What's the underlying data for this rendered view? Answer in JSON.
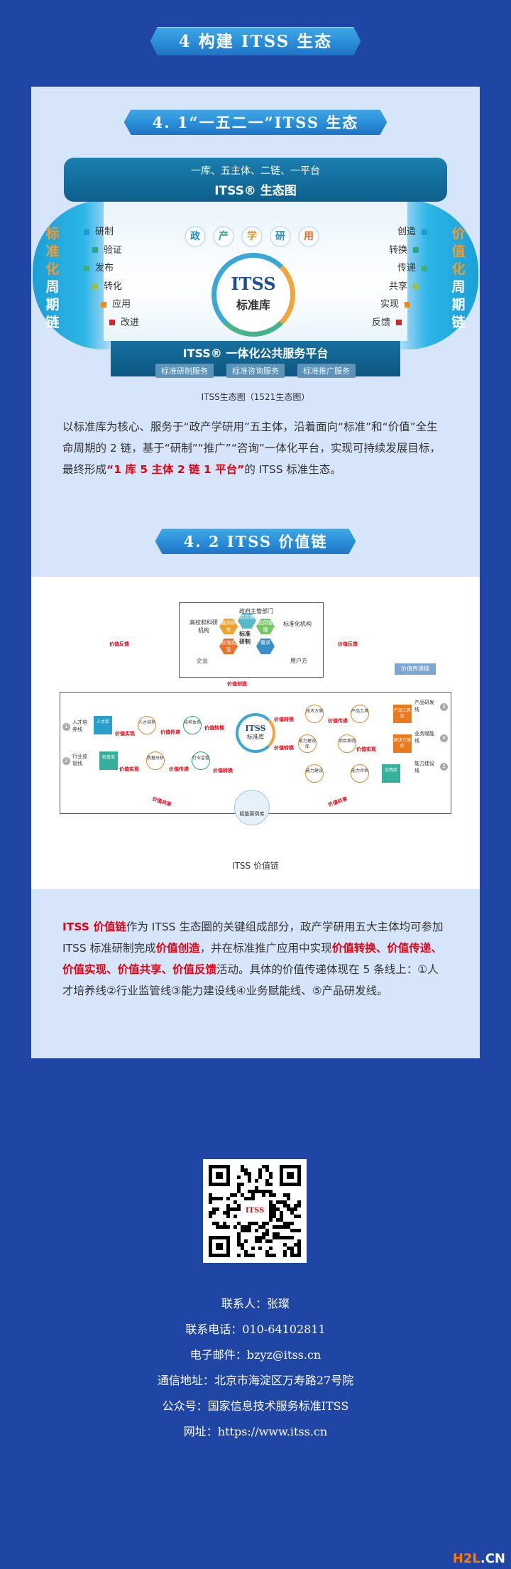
{
  "section4": {
    "title": "4 构建 ITSS 生态"
  },
  "section41": {
    "title": "4. 1“一五二一”ITSS 生态",
    "eco_top_line1": "一库、五主体、二链、一平台",
    "eco_top_line2": "ITSS® 生态图",
    "words": [
      "政",
      "产",
      "学",
      "研",
      "用"
    ],
    "core_name": "ITSS",
    "core_sub": "标准库",
    "left_chain": [
      "标",
      "准",
      "化",
      "周",
      "期",
      "链"
    ],
    "right_chain": [
      "价",
      "值",
      "化",
      "周",
      "期",
      "链"
    ],
    "left_steps": [
      "研制",
      "验证",
      "发布",
      "转化",
      "应用",
      "改进"
    ],
    "right_steps": [
      "创造",
      "转换",
      "传递",
      "共享",
      "实现",
      "反馈"
    ],
    "platform_title": "ITSS® 一体化公共服务平台",
    "services": [
      "标准研制服务",
      "标准咨询服务",
      "标准推广服务"
    ],
    "caption": "ITSS生态图（1521生态图）",
    "para_a": "以标准库为核心、服务于“政产学研用”五主体，沿着面向“标准”和“价值”全生命周期的 2 链，基于“研制”“推广”“咨询”一体化平台，实现可持续发展目标，最终形成",
    "para_hl": "“1 库 5 主体 2 链 1 平台”",
    "para_b": "的 ITSS 标准生态。"
  },
  "section42": {
    "title": "4. 2  ITSS 价值链",
    "caption": "ITSS 价值链",
    "diagram": {
      "top_labels": [
        "政府主管部门",
        "高校和科研机构",
        "标准化机构",
        "企业",
        "用户方"
      ],
      "hex_labels": [
        "服务研究",
        "供应商",
        "应用管理",
        "价值实现",
        "需求"
      ],
      "top_center": "标准研制",
      "feedback_left": "价值反馈",
      "feedback_right": "价值反馈",
      "value_create": "价值创造",
      "tag": "价值传递链",
      "core_name": "ITSS",
      "core_sub": "标准库",
      "bottom": "赋能案例库",
      "shared_left": "价值共享",
      "shared_right": "价值共享",
      "lines": [
        "人才培养线",
        "行业监管线",
        "能力建设线",
        "业务赋能线",
        "产品研发线"
      ],
      "nodes": [
        "人才库",
        "人才培养",
        "培养体系",
        "检查库",
        "数据分析",
        "行业监管",
        "技术方案",
        "产品工具",
        "产品工具库",
        "能力建设",
        "能力评估",
        "解决方案库",
        "实践库",
        "项目案例",
        "能力建设库"
      ],
      "flow_labels": [
        "价值实现",
        "价值传递",
        "价值转换",
        "价值实现",
        "价值传递",
        "价值转换",
        "价值转换",
        "价值传递",
        "价值转换",
        "价值实现"
      ]
    },
    "p_hl1": "ITSS 价值链",
    "p_a": "作为 ITSS 生态圈的关键组成部分，政产学研用五大主体均可参加 ITSS 标准研制完成",
    "p_hl2": "价值创造",
    "p_b": "，并在标准推广应用中实现",
    "p_hl3": "价值转换、价值传递、价值实现、价值共享、价值反馈",
    "p_c": "活动。具体的价值传递体现在 5 条线上：①人才培养线②行业监管线③能力建设线④业务赋能线、⑤产品研发线。"
  },
  "qr": {
    "logo": "ITSS"
  },
  "contact": {
    "person": "联系人：张璨",
    "phone": "联系电话：010-64102811",
    "email": "电子邮件：bzyz@itss.cn",
    "address": "通信地址：北京市海淀区万寿路27号院",
    "wechat": "公众号：国家信息技术服务标准ITSS",
    "website": "网址：https://www.itss.cn"
  },
  "watermark": {
    "a": "H2L",
    "b": ".CN"
  },
  "colors": {
    "background": "#1f46a4",
    "panel": "#d6e5fa",
    "highlight": "#e60012",
    "banner": "#2b8fd8"
  }
}
